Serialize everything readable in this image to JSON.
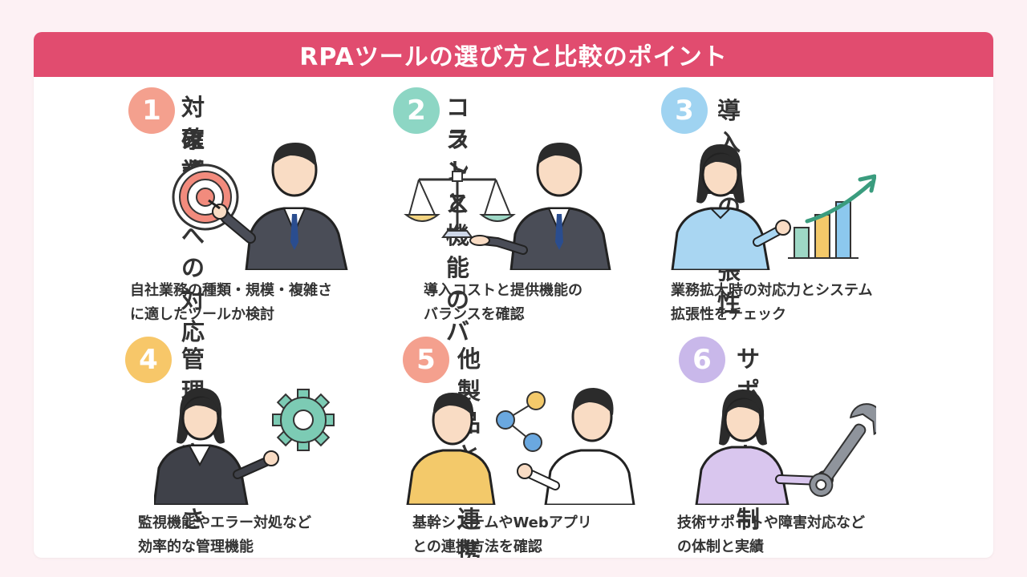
{
  "header": {
    "title": "RPAツールの選び方と比較のポイント"
  },
  "items": [
    {
      "number": "1",
      "title": "対象業務への対応",
      "title2": "確認",
      "desc1": "自社業務の種類・規模・複雑さ",
      "desc2": "に適したツールか検討",
      "color": "#f4a08e"
    },
    {
      "number": "2",
      "title": "コストと機能のバ",
      "title2": "ランス",
      "desc1": "導入コストと提供機能の",
      "desc2": "バランスを確認",
      "color": "#8dd6c4"
    },
    {
      "number": "3",
      "title": "導入後の拡張性",
      "title2": "",
      "desc1": "業務拡大時の対応力とシステム",
      "desc2": "拡張性をチェック",
      "color": "#9fd3f1"
    },
    {
      "number": "4",
      "title": "管理の容易さ",
      "title2": "",
      "desc1": "監視機能やエラー対処など",
      "desc2": "効率的な管理機能",
      "color": "#f7c769"
    },
    {
      "number": "5",
      "title": "他製品との連携",
      "title2": "",
      "desc1": "基幹システムやWebアプリ",
      "desc2": "との連携方法を確認",
      "color": "#f4a08e"
    },
    {
      "number": "6",
      "title": "サポート体制",
      "title2": "",
      "desc1": "技術サポートや障害対応など",
      "desc2": "の体制と実績",
      "color": "#c9b8ea"
    }
  ],
  "colors": {
    "banner": "#e14c6f",
    "background": "#fdf1f4"
  },
  "icons": [
    "target-icon",
    "balance-scale-icon",
    "growth-chart-icon",
    "gear-icon",
    "network-icon",
    "wrench-icon"
  ]
}
